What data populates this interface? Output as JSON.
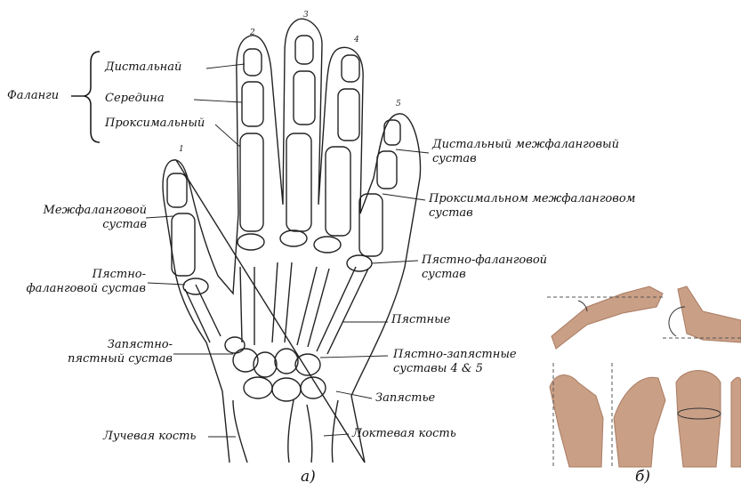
{
  "labels": {
    "phalanges": "Фаланги",
    "distal": "Дистальнай",
    "middle": "Середина",
    "proximal": "Проксимальный",
    "interphalangeal": "Межфаланговой сустав",
    "mcp_thumb_1": "Пястно-",
    "mcp_thumb_2": "фаланговой сустав",
    "cmc_thumb_1": "Запястно-",
    "cmc_thumb_2": "пястный сустав",
    "radius": "Лучевая кость",
    "dip_1": "Дистальный межфаланговый",
    "dip_2": "сустав",
    "pip_1": "Проксимальном межфаланговом",
    "pip_2": "сустав",
    "mcp_1": "Пястно-фаланговой",
    "mcp_2": "сустав",
    "metacarpals": "Пястные",
    "cmc45_1": "Пястно-запястные",
    "cmc45_2": "суставы 4 & 5",
    "carpus": "Запястье",
    "ulna": "Локтевая кость"
  },
  "finger_numbers": [
    "1",
    "2",
    "3",
    "4",
    "5"
  ],
  "panels": {
    "a": "а)",
    "b": "б)"
  },
  "colors": {
    "line": "#222222",
    "skin": "#c99f86",
    "skin_dark": "#a97c63"
  }
}
